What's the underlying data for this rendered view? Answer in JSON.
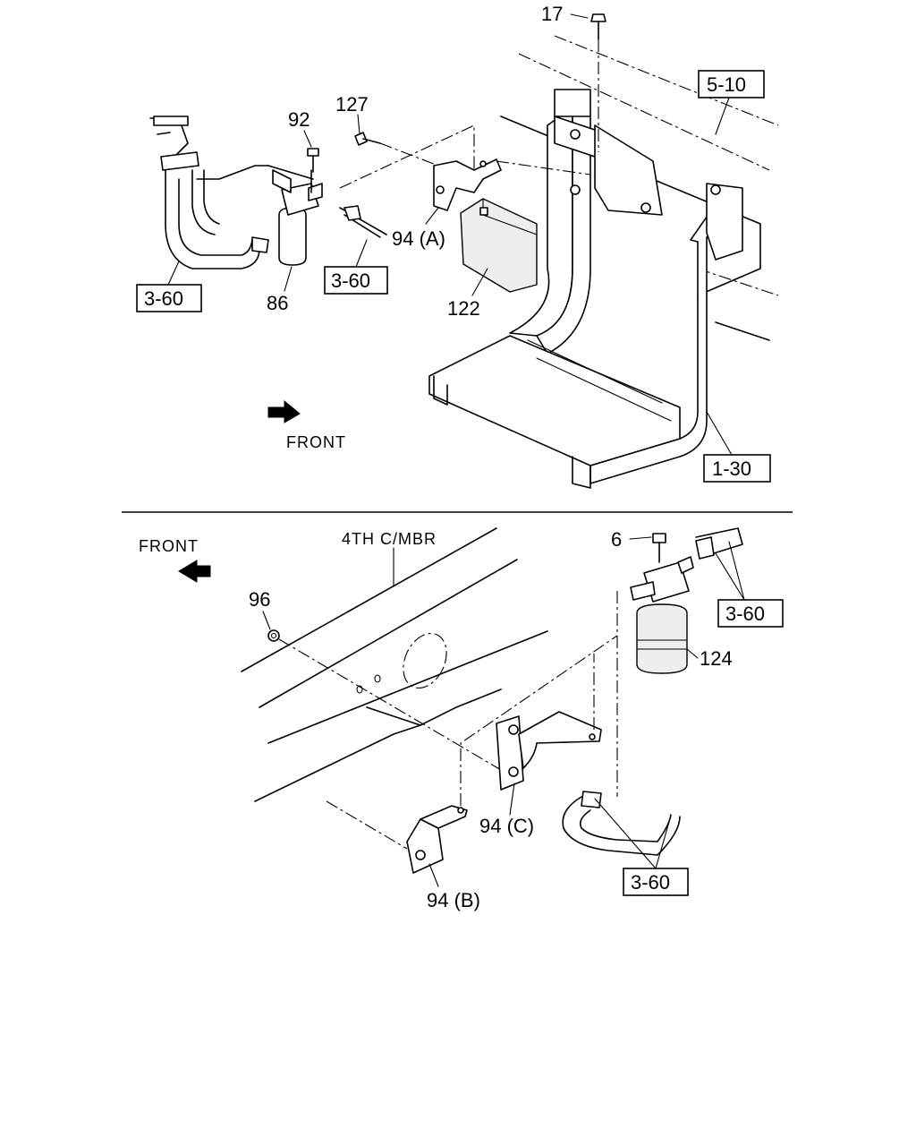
{
  "top_view": {
    "labels": {
      "bolt_17": "17",
      "ref_5_10": "5-10",
      "bolt_127": "127",
      "bolt_92": "92",
      "bracket_94a": "94 (A)",
      "ref_3_60_left": "3-60",
      "ref_3_60_mid": "3-60",
      "filter_86": "86",
      "cover_122": "122",
      "ref_1_30": "1-30"
    },
    "front_label": "FRONT"
  },
  "bottom_view": {
    "front_label": "FRONT",
    "member_label": "4TH C/MBR",
    "labels": {
      "nut_96": "96",
      "bolt_6": "6",
      "ref_3_60_top": "3-60",
      "filter_124": "124",
      "bracket_94c": "94 (C)",
      "bracket_94b": "94 (B)",
      "ref_3_60_bottom": "3-60"
    }
  }
}
